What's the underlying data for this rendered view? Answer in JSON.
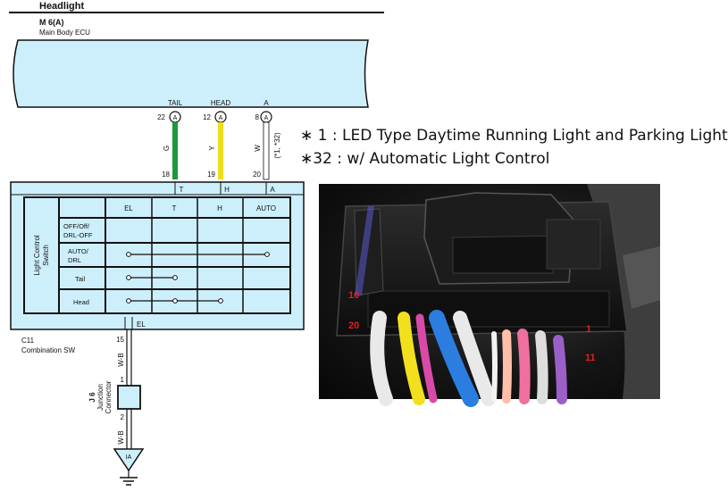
{
  "header": {
    "title": "Headlight"
  },
  "ecu": {
    "code": "M 6(A)",
    "name": "Main Body ECU"
  },
  "ecu_pins": [
    {
      "label": "TAIL",
      "number": "22",
      "connector": "A"
    },
    {
      "label": "HEAD",
      "number": "12",
      "connector": "A"
    },
    {
      "label": "A",
      "number": "8",
      "connector": "A"
    }
  ],
  "wires": [
    {
      "color_code": "G",
      "color": "#1a9a3c"
    },
    {
      "color_code": "Y",
      "color": "#f2dc1a"
    },
    {
      "color_code": "W",
      "color": "#ffffff"
    }
  ],
  "wire_note": "(*1, *32)",
  "switch_pins": [
    {
      "number": "18",
      "terminal": "T"
    },
    {
      "number": "19",
      "terminal": "H"
    },
    {
      "number": "20",
      "terminal": "A"
    }
  ],
  "switch": {
    "vertical_label_1": "Light Control",
    "vertical_label_2": "Switch",
    "columns": [
      "EL",
      "T",
      "H",
      "AUTO"
    ],
    "rows": [
      {
        "label_1": "OFF/Off/",
        "label_2": "DRL-OFF"
      },
      {
        "label_1": "AUTO/",
        "label_2": "DRL"
      },
      {
        "label_1": "Tail",
        "label_2": ""
      },
      {
        "label_1": "Head",
        "label_2": ""
      }
    ],
    "bottom_terminal": "EL"
  },
  "combo_sw": {
    "code": "C11",
    "name": "Combination SW",
    "pin": "15"
  },
  "ground_wire": {
    "color_code_1": "W-B",
    "color_code_2": "W-B"
  },
  "junction": {
    "code": "J 6",
    "name_1": "Junction",
    "name_2": "Connector",
    "pin_top": "1",
    "pin_bottom": "2"
  },
  "ground": {
    "label": "IA"
  },
  "notes": [
    "∗ 1 : LED Type Daytime Running Light and Parking Light",
    "∗32 : w/ Automatic Light Control"
  ],
  "photo_labels": [
    {
      "text": "10"
    },
    {
      "text": "20"
    },
    {
      "text": "1"
    },
    {
      "text": "11"
    }
  ],
  "colors": {
    "ecu_fill": "#cdeffb",
    "label_red": "#e02020"
  }
}
